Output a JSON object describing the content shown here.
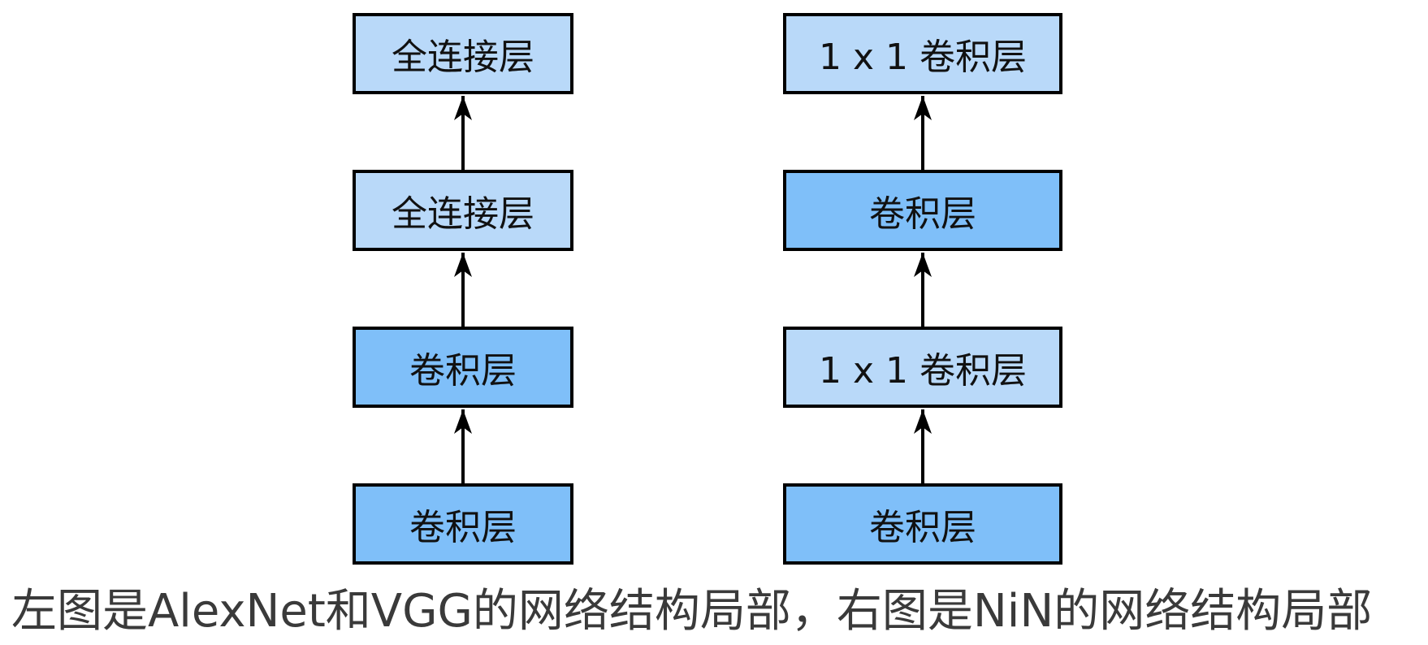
{
  "colors": {
    "light_box": "#b9d9f9",
    "dark_box": "#7fbff9",
    "border": "#000000",
    "caption_text": "#3a3a3a"
  },
  "left_stack": {
    "boxes": [
      {
        "label": "全连接层",
        "shade": "light"
      },
      {
        "label": "全连接层",
        "shade": "light"
      },
      {
        "label": "卷积层",
        "shade": "dark"
      },
      {
        "label": "卷积层",
        "shade": "dark"
      }
    ]
  },
  "right_stack": {
    "boxes": [
      {
        "label": "1 x 1 卷积层",
        "shade": "light"
      },
      {
        "label": "卷积层",
        "shade": "dark"
      },
      {
        "label": "1 x 1 卷积层",
        "shade": "light"
      },
      {
        "label": "卷积层",
        "shade": "dark"
      }
    ]
  },
  "caption": "左图是AlexNet和VGG的网络结构局部，右图是NiN的网络结构局部"
}
